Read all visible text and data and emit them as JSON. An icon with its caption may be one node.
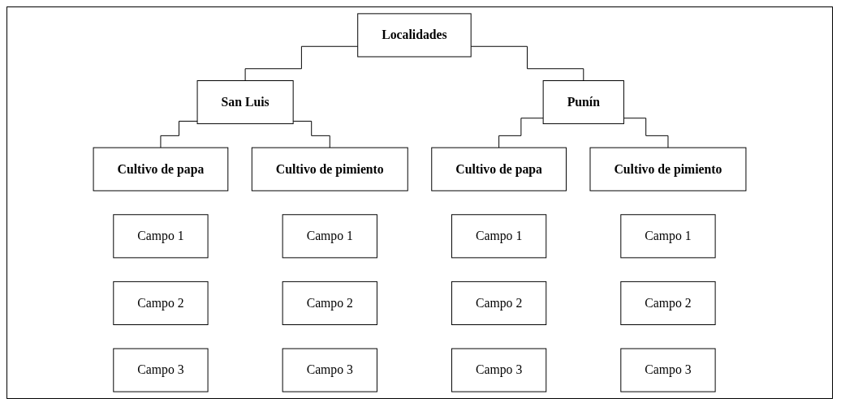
{
  "diagram": {
    "nodes": [
      {
        "text": [
          "Localidades"
        ]
      },
      {
        "text": [
          "San Luis"
        ]
      },
      {
        "text": [
          "Punín"
        ]
      },
      {
        "text": [
          "Cultivo de papa"
        ]
      },
      {
        "text": [
          "Cultivo de pimiento"
        ]
      },
      {
        "text": [
          "Cultivo de papa"
        ]
      },
      {
        "text": [
          "Cultivo de pimiento"
        ]
      },
      {
        "text": [
          "Campo 1"
        ]
      },
      {
        "text": [
          "Campo 1"
        ]
      },
      {
        "text": [
          "Campo 1"
        ]
      },
      {
        "text": [
          "Campo 1"
        ]
      },
      {
        "text": [
          "Campo 2"
        ]
      },
      {
        "text": [
          "Campo 2"
        ]
      },
      {
        "text": [
          "Campo 2"
        ]
      },
      {
        "text": [
          "Campo 2"
        ]
      },
      {
        "text": [
          "Campo 3"
        ]
      },
      {
        "text": [
          "Campo 3"
        ]
      },
      {
        "text": [
          "Campo 3"
        ]
      },
      {
        "text": [
          "Campo 3"
        ]
      }
    ],
    "edges": [
      {
        "from": 0,
        "to": 1,
        "arrow": "none"
      },
      {
        "from": 0,
        "to": 2,
        "arrow": "none"
      },
      {
        "from": 1,
        "to": 3,
        "arrow": "none"
      },
      {
        "from": 1,
        "to": 4,
        "arrow": "none"
      },
      {
        "from": 2,
        "to": 5,
        "arrow": "none"
      },
      {
        "from": 2,
        "to": 6,
        "arrow": "none"
      }
    ]
  }
}
